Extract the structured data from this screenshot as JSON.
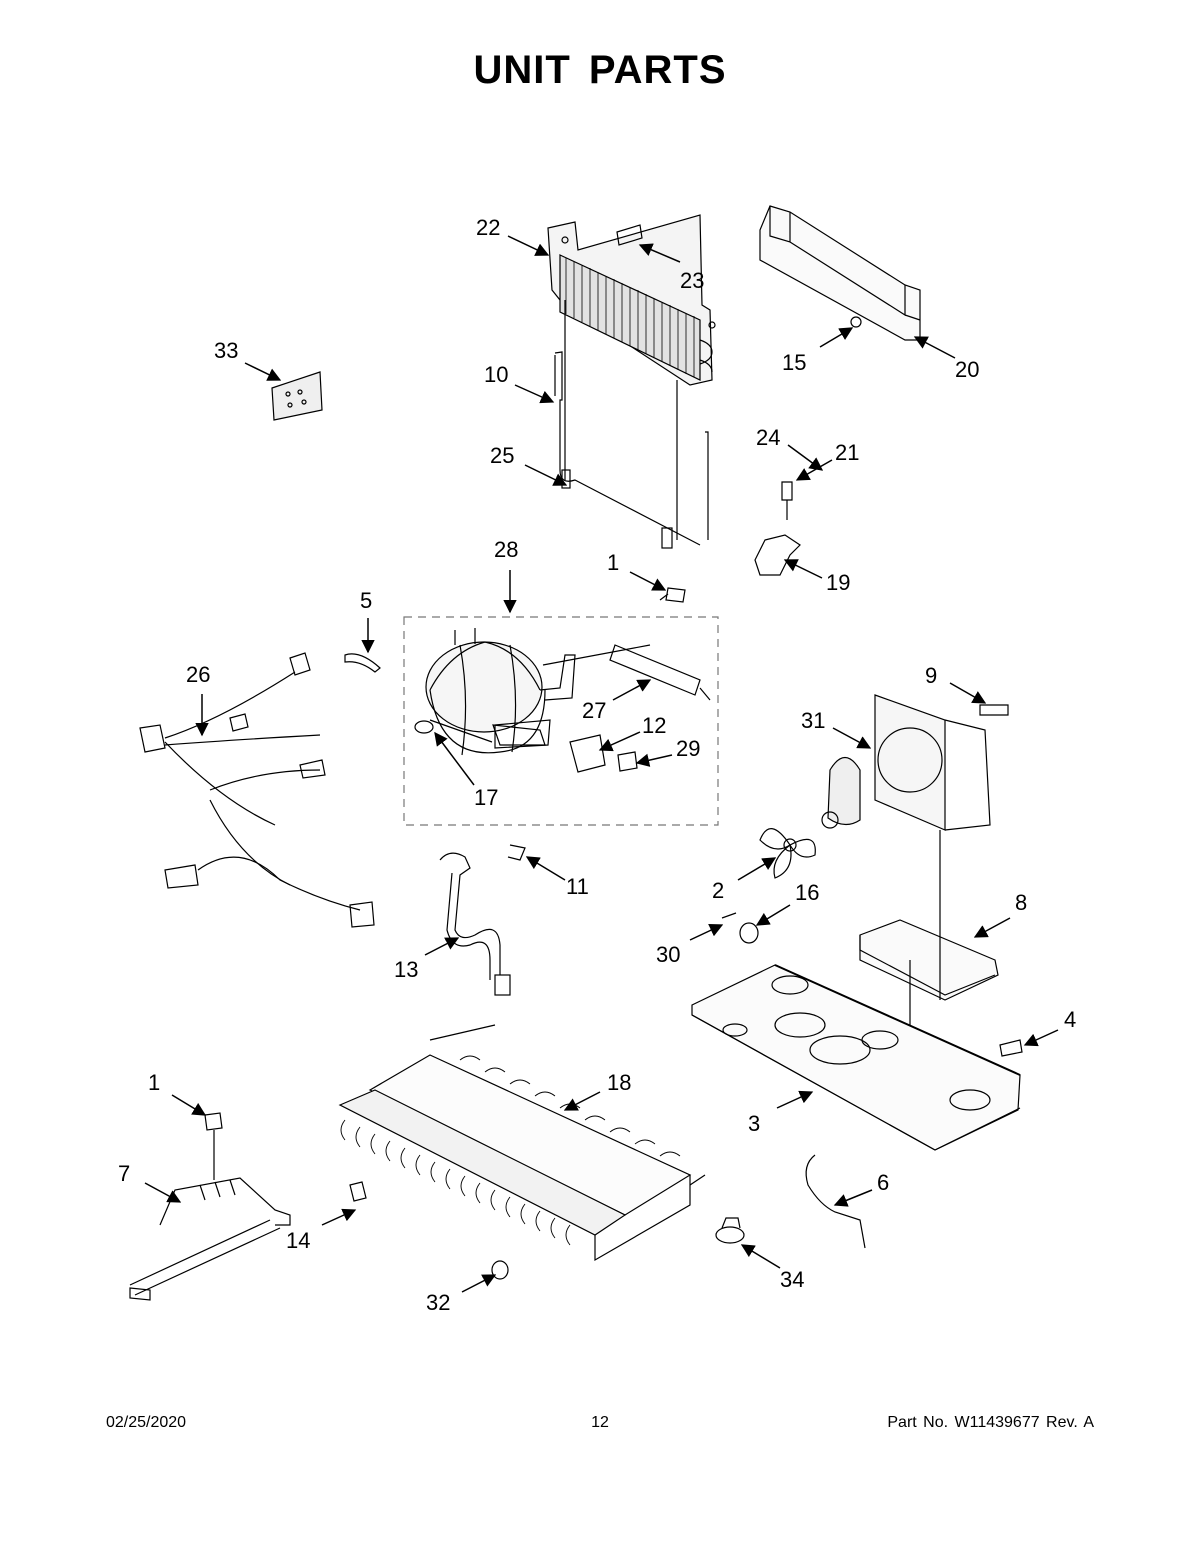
{
  "title": "UNIT PARTS",
  "callouts": {
    "c1a": "1",
    "c1b": "1",
    "c2": "2",
    "c3": "3",
    "c4": "4",
    "c5": "5",
    "c6": "6",
    "c7": "7",
    "c8": "8",
    "c9": "9",
    "c10": "10",
    "c11": "11",
    "c12": "12",
    "c13": "13",
    "c14": "14",
    "c15": "15",
    "c16": "16",
    "c17": "17",
    "c18": "18",
    "c19": "19",
    "c20": "20",
    "c21": "21",
    "c22": "22",
    "c23": "23",
    "c24": "24",
    "c25": "25",
    "c26": "26",
    "c27": "27",
    "c28": "28",
    "c29": "29",
    "c30": "30",
    "c31": "31",
    "c32": "32",
    "c33": "33",
    "c34": "34"
  },
  "footer": {
    "date": "02/25/2020",
    "page": "12",
    "part_no": "Part No.  W11439677  Rev.  A"
  }
}
